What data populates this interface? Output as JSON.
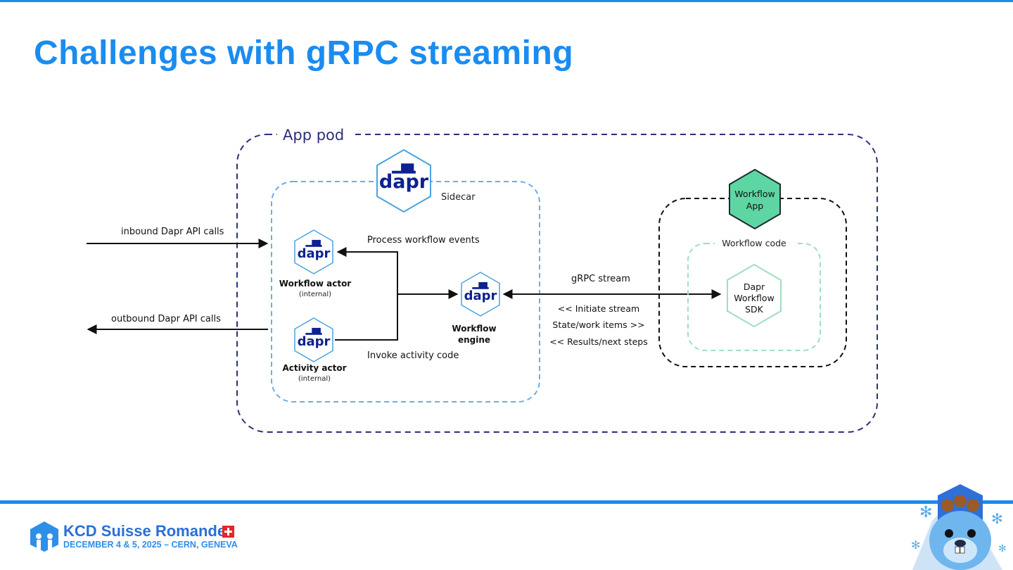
{
  "slide": {
    "title": "Challenges with gRPC streaming"
  },
  "diagram": {
    "app_pod_label": "App pod",
    "sidecar_label": "Sidecar",
    "dapr_logo_text": "dapr",
    "inbound_label": "inbound Dapr API calls",
    "outbound_label": "outbound Dapr API calls",
    "process_events_label": "Process workflow events",
    "invoke_activity_label": "Invoke activity code",
    "workflow_actor": {
      "title": "Workflow actor",
      "subtitle": "(internal)"
    },
    "activity_actor": {
      "title": "Activity actor",
      "subtitle": "(internal)"
    },
    "workflow_engine": {
      "line1": "Workflow",
      "line2": "engine"
    },
    "grpc_stream_label": "gRPC stream",
    "stream_messages": [
      "<< Initiate stream",
      "State/work items >>",
      "<< Results/next steps"
    ],
    "workflow_app": {
      "line1": "Workflow",
      "line2": "App"
    },
    "workflow_code_label": "Workflow code",
    "sdk": {
      "line1": "Dapr",
      "line2": "Workflow",
      "line3": "SDK"
    }
  },
  "footer": {
    "event_name": "KCD Suisse Romande",
    "event_date": "DECEMBER 4 & 5, 2025 – CERN, GENEVA"
  },
  "colors": {
    "title_blue": "#1a8cf0",
    "pod_border": "#2b2f7a",
    "sidecar_border": "#6aaee6",
    "dapr_navy": "#0d2192",
    "workflow_app_green": "#5dd6a4",
    "code_border": "#9fdec0"
  }
}
